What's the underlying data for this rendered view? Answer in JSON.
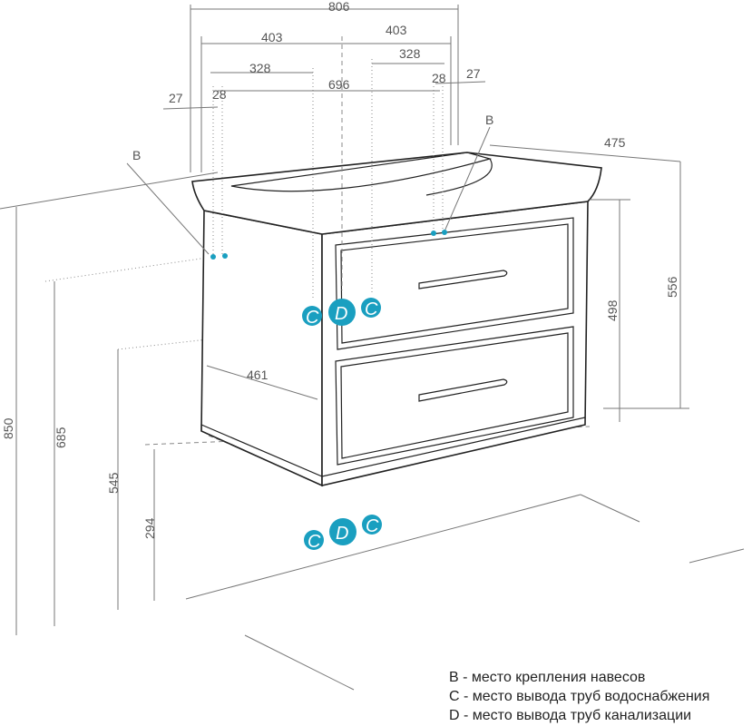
{
  "dimensions": {
    "total_width": "806",
    "half_left": "403",
    "half_right": "403",
    "offset_left": "328",
    "offset_right": "328",
    "mount_span": "696",
    "edge_left": "27",
    "b_left": "28",
    "b_right": "28",
    "edge_right": "27",
    "depth": "475",
    "height_cabinet": "556",
    "height_front": "498",
    "depth_side": "461",
    "height_total": "850",
    "height_685": "685",
    "height_545": "545",
    "height_294": "294"
  },
  "markers": {
    "b_left": "B",
    "b_right": "B",
    "c": "C",
    "d": "D"
  },
  "legend": [
    "B - место крепления навесов",
    "C - место вывода труб водоснабжения",
    "D - место вывода труб канализации"
  ],
  "colors": {
    "marker": "#1a9fc0"
  }
}
